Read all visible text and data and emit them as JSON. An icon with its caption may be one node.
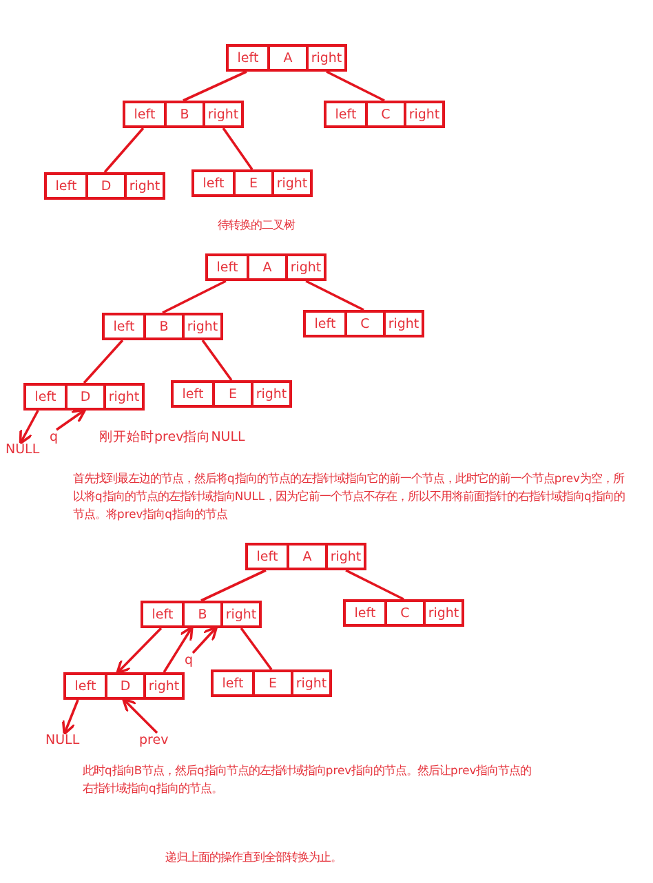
{
  "diagram": {
    "nodes": [
      {
        "text": [
          "left",
          "A",
          "right"
        ]
      },
      {
        "text": [
          "left",
          "B",
          "right"
        ]
      },
      {
        "text": [
          "left",
          "C",
          "right"
        ]
      },
      {
        "text": [
          "left",
          "D",
          "right"
        ]
      },
      {
        "text": [
          "left",
          "E",
          "right"
        ]
      },
      {
        "text": [
          "left",
          "A",
          "right"
        ]
      },
      {
        "text": [
          "left",
          "B",
          "right"
        ]
      },
      {
        "text": [
          "left",
          "C",
          "right"
        ]
      },
      {
        "text": [
          "left",
          "D",
          "right"
        ]
      },
      {
        "text": [
          "left",
          "E",
          "right"
        ]
      },
      {
        "text": [
          "NULL"
        ]
      },
      {
        "text": [
          "q"
        ]
      },
      {
        "text": [
          "left",
          "A",
          "right"
        ]
      },
      {
        "text": [
          "left",
          "B",
          "right"
        ]
      },
      {
        "text": [
          "left",
          "C",
          "right"
        ]
      },
      {
        "text": [
          "left",
          "D",
          "right"
        ]
      },
      {
        "text": [
          "left",
          "E",
          "right"
        ]
      },
      {
        "text": [
          "NULL"
        ]
      },
      {
        "text": [
          "q"
        ]
      },
      {
        "text": [
          "prev"
        ]
      }
    ],
    "edges": [
      {
        "from": 0,
        "to": 1,
        "arrow": "none"
      },
      {
        "from": 0,
        "to": 2,
        "arrow": "none"
      },
      {
        "from": 1,
        "to": 3,
        "arrow": "none"
      },
      {
        "from": 1,
        "to": 4,
        "arrow": "none"
      },
      {
        "from": 5,
        "to": 6,
        "arrow": "none"
      },
      {
        "from": 5,
        "to": 7,
        "arrow": "none"
      },
      {
        "from": 6,
        "to": 8,
        "arrow": "none"
      },
      {
        "from": 6,
        "to": 9,
        "arrow": "none"
      },
      {
        "from": 8,
        "to": 10,
        "arrow": "to"
      },
      {
        "from": 11,
        "to": 8,
        "arrow": "to"
      },
      {
        "from": 12,
        "to": 13,
        "arrow": "none"
      },
      {
        "from": 12,
        "to": 14,
        "arrow": "none"
      },
      {
        "from": 13,
        "to": 15,
        "arrow": "to"
      },
      {
        "from": 15,
        "to": 13,
        "arrow": "to"
      },
      {
        "from": 18,
        "to": 13,
        "arrow": "to"
      },
      {
        "from": 13,
        "to": 16,
        "arrow": "none"
      },
      {
        "from": 15,
        "to": 17,
        "arrow": "to"
      },
      {
        "from": 19,
        "to": 15,
        "arrow": "to"
      }
    ],
    "labels": [
      "待转换的二叉树",
      "刚开始时prev指向NULL",
      "首先找到最左边的节点，然后将q指向的节点的左指针域指向它的前一个节点，此时它的前一个节点prev为空，所以将q指向的节点的左指针域指向NULL，因为它前一个节点不存在，所以不用将前面指针的右指针域指向q指向的节点。将prev指向q指向的节点",
      "此时q指向B节点，然后q指向节点的左指针域指向prev指向的节点。然后让prev指向节点的右指针域指向q指向的节点。",
      "递归上面的操作直到全部转换为止。"
    ]
  }
}
